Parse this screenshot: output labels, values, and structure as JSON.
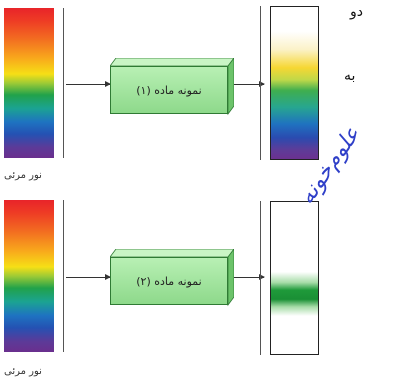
{
  "diagram": {
    "top": {
      "sample_label": "نمونه ماده (۱)",
      "source_caption": "نور مرئی"
    },
    "bottom": {
      "sample_label": "نمونه ماده (۲)",
      "source_caption": "نور مرئی"
    }
  },
  "text_fragments": {
    "line1": "دو",
    "line2": "به"
  },
  "watermark": {
    "handwritten": "علوم‌خونه"
  },
  "colors": {
    "box_green": "#9be398",
    "box_border": "#2f7a34",
    "absorption_band": "#1f9a3a",
    "handwriting_blue": "#2f3fc8"
  }
}
